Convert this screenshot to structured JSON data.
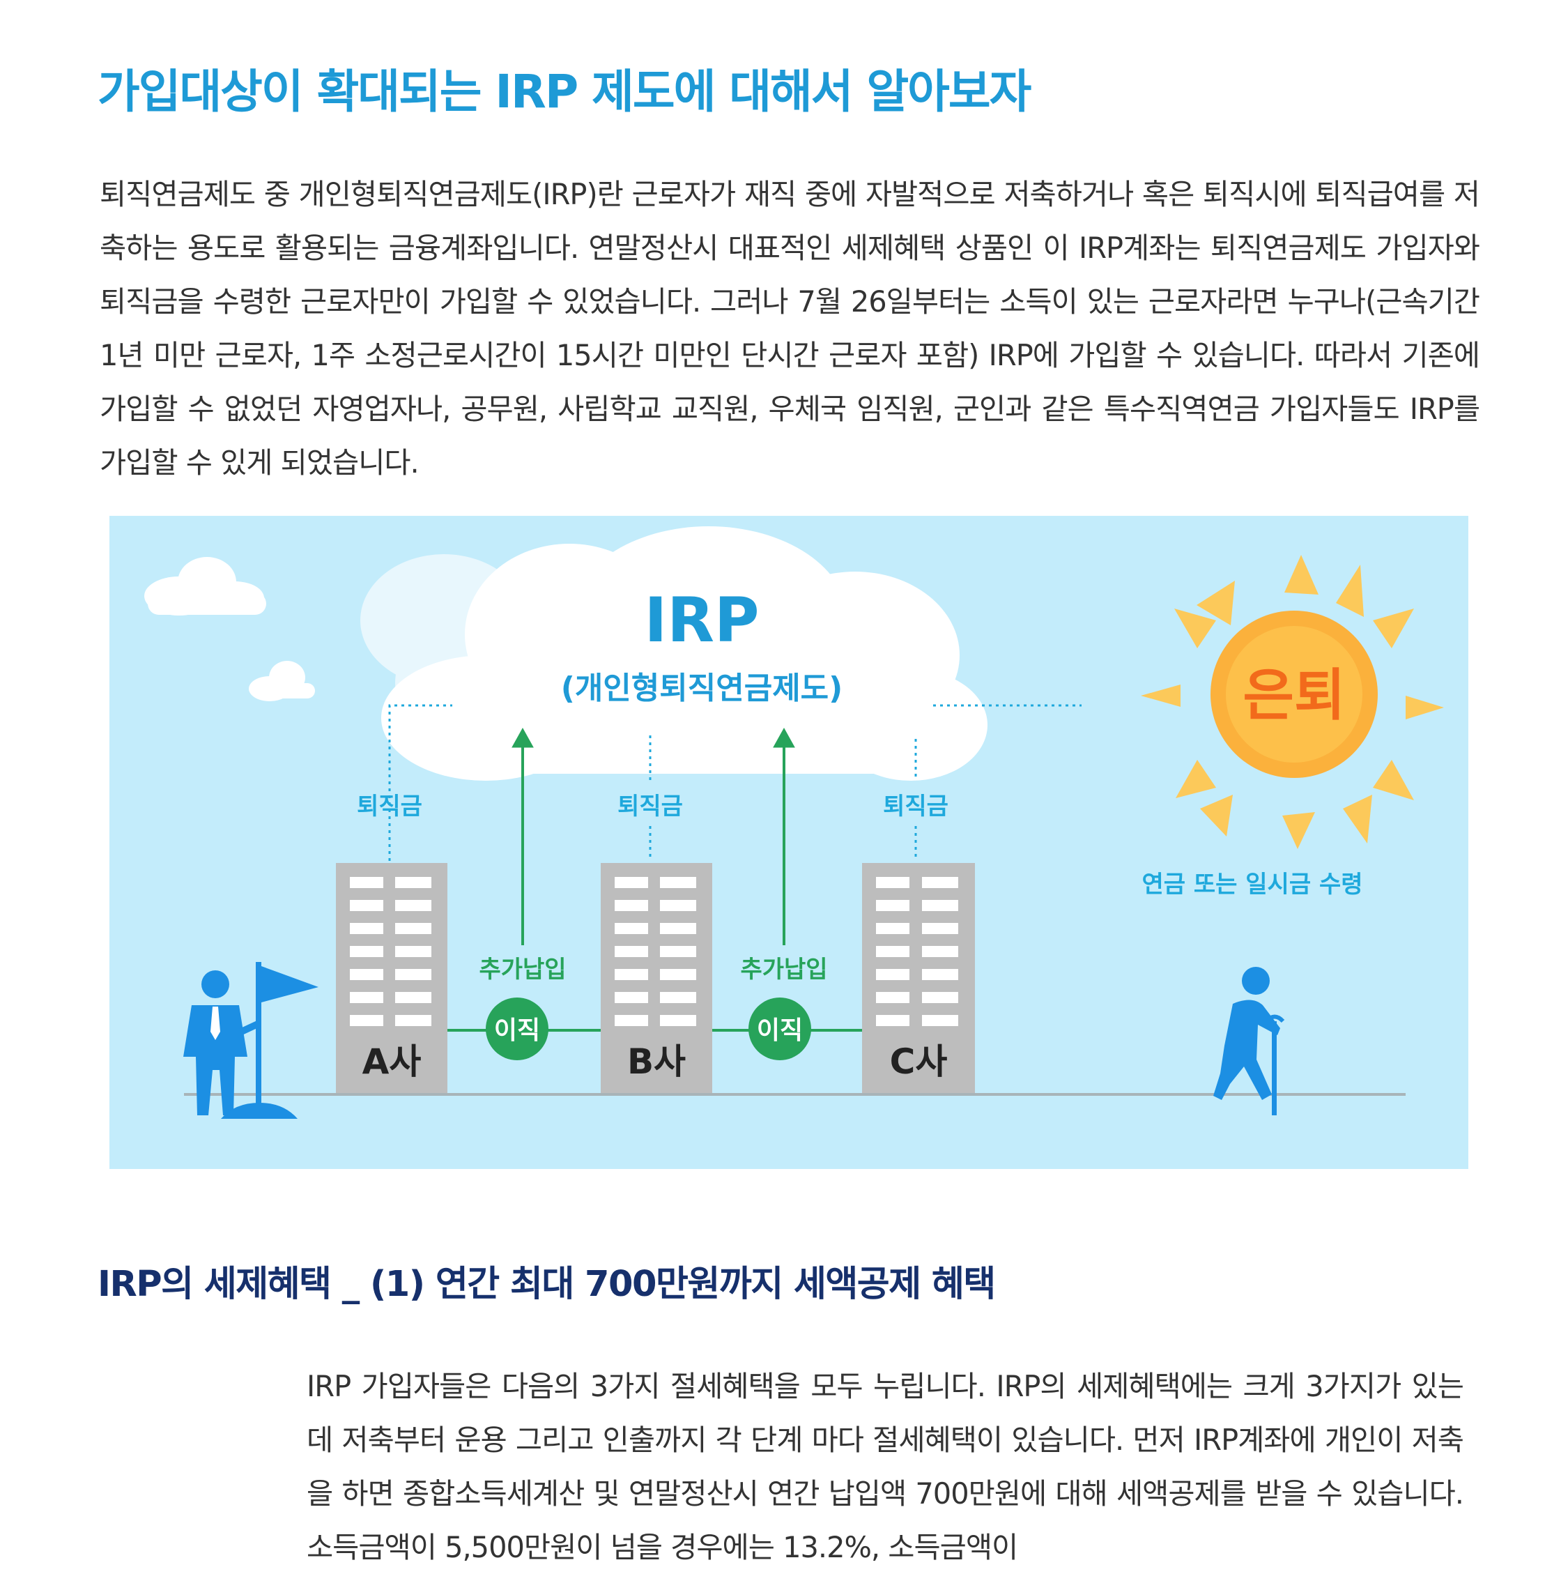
{
  "article": {
    "title": "가입대상이 확대되는 IRP 제도에 대해서 알아보자",
    "intro": "퇴직연금제도 중 개인형퇴직연금제도(IRP)란 근로자가 재직 중에 자발적으로 저축하거나 혹은 퇴직시에 퇴직급여를 저축하는 용도로 활용되는 금융계좌입니다. 연말정산시 대표적인 세제혜택 상품인 이 IRP계좌는 퇴직연금제도 가입자와 퇴직금을 수령한 근로자만이 가입할 수 있었습니다. 그러나 7월 26일부터는 소득이 있는 근로자라면 누구나(근속기간 1년 미만 근로자, 1주 소정근로시간이 15시간 미만인 단시간 근로자 포함) IRP에 가입할 수 있습니다. 따라서 기존에 가입할 수 없었던 자영업자나, 공무원, 사립학교 교직원, 우체국 임직원, 군인과 같은 특수직역연금 가입자들도 IRP를 가입할 수 있게 되었습니다.",
    "section_title": "IRP의 세제혜택 _ (1) 연간 최대 700만원까지 세액공제 혜택",
    "section_body": "IRP 가입자들은 다음의 3가지 절세혜택을 모두 누립니다. IRP의 세제혜택에는 크게 3가지가 있는데 저축부터 운용 그리고 인출까지 각 단계 마다 절세혜택이 있습니다. 먼저 IRP계좌에 개인이 저축을 하면 종합소득세계산 및 연말정산시 연간 납입액 700만원에 대해 세액공제를 받을 수 있습니다. 소득금액이 5,500만원이 넘을 경우에는 13.2%, 소득금액이"
  },
  "diagram": {
    "cloud_title": "IRP",
    "cloud_subtitle": "(개인형퇴직연금제도)",
    "sun_label": "은퇴",
    "sun_caption": "연금 또는 일시금 수령",
    "severance_label": "퇴직금",
    "extra_payment_label": "추가납입",
    "job_change_label": "이직",
    "companies": [
      "A사",
      "B사",
      "C사"
    ],
    "colors": {
      "background": "#c3ecfb",
      "cloud_text": "#1f9ad6",
      "sun_text": "#f26a1b",
      "sun": "#fbb13c",
      "ray": "#fcc95a",
      "label": "#1ea8dc",
      "arrow": "#27a35a",
      "building": "#bdbdbd",
      "person": "#1c8fe3"
    }
  }
}
